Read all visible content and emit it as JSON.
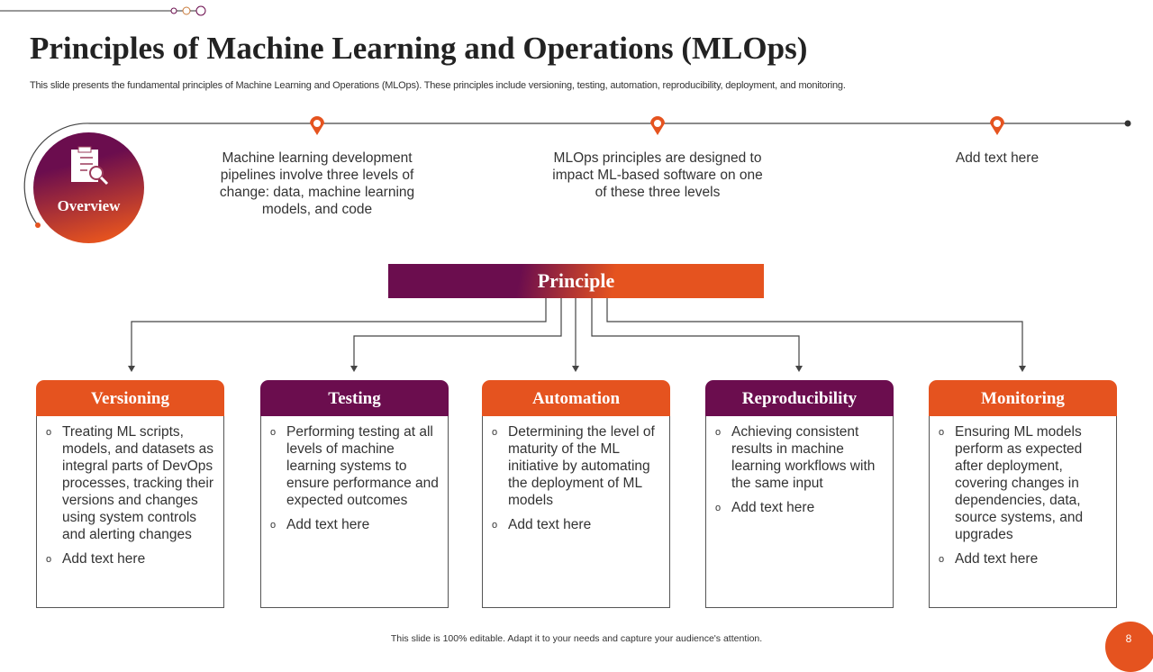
{
  "title": "Principles of Machine Learning and Operations (MLOps)",
  "subtitle": "This slide presents the fundamental principles of Machine Learning and Operations (MLOps). These principles include versioning, testing, automation, reproducibility, deployment, and monitoring.",
  "overview": {
    "label": "Overview",
    "icon": "clipboard-search-icon"
  },
  "timeline": [
    "Machine learning development pipelines involve three levels of change: data, machine learning models, and code",
    "MLOps principles are designed to impact ML-based software on one of these three levels",
    "Add text here"
  ],
  "principle": "Principle",
  "colors": {
    "orange": "#e5531f",
    "purple": "#6b0d4e"
  },
  "cards": [
    {
      "title": "Versioning",
      "items": [
        "Treating ML scripts, models, and datasets as integral parts of DevOps processes, tracking their versions and changes using system controls and alerting changes",
        "Add text here"
      ]
    },
    {
      "title": "Testing",
      "items": [
        "Performing testing at all levels of machine learning systems to ensure performance and expected outcomes",
        "Add text here"
      ]
    },
    {
      "title": "Automation",
      "items": [
        "Determining the level of maturity of the ML initiative by automating the deployment of ML models",
        "Add text here"
      ]
    },
    {
      "title": "Reproducibility",
      "items": [
        "Achieving consistent results in machine learning workflows with the same input",
        "Add text here"
      ]
    },
    {
      "title": "Monitoring",
      "items": [
        "Ensuring ML models perform as expected after deployment, covering changes in dependencies, data, source systems, and upgrades",
        "Add text here"
      ]
    }
  ],
  "footer": "This slide is 100% editable. Adapt it to your needs and capture your audience's attention.",
  "page_number": "8"
}
